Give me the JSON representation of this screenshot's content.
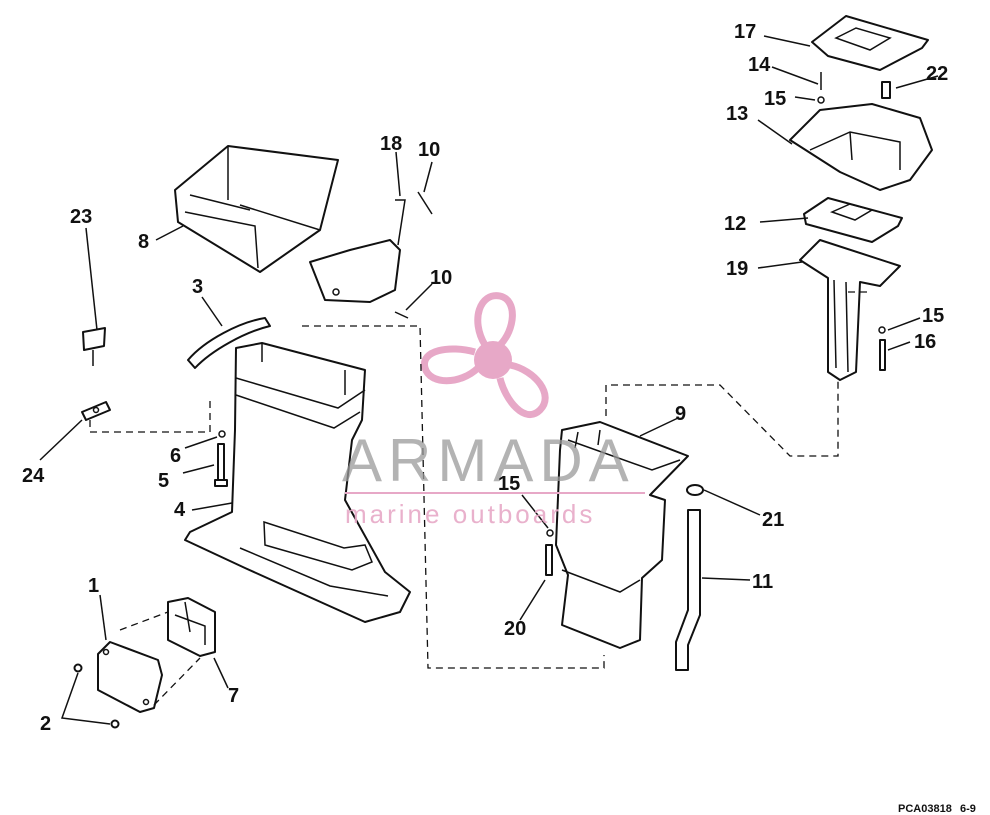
{
  "watermark": {
    "title": "ARMADA",
    "subtitle": "marine outboards",
    "logo_icon": "propeller-logo",
    "colors": {
      "pink": "#e7a8c7",
      "gray": "#9a9a9a"
    }
  },
  "callouts": {
    "c1": "1",
    "c2": "2",
    "c3": "3",
    "c4": "4",
    "c5": "5",
    "c6": "6",
    "c7": "7",
    "c8": "8",
    "c9": "9",
    "c10a": "10",
    "c10b": "10",
    "c11": "11",
    "c12": "12",
    "c13": "13",
    "c14": "14",
    "c15a": "15",
    "c15b": "15",
    "c15c": "15",
    "c16": "16",
    "c17": "17",
    "c18": "18",
    "c19": "19",
    "c20": "20",
    "c21": "21",
    "c22": "22",
    "c23": "23",
    "c24": "24"
  },
  "footer": {
    "drawing_code": "PCA03818",
    "page_ref": "6-9"
  }
}
